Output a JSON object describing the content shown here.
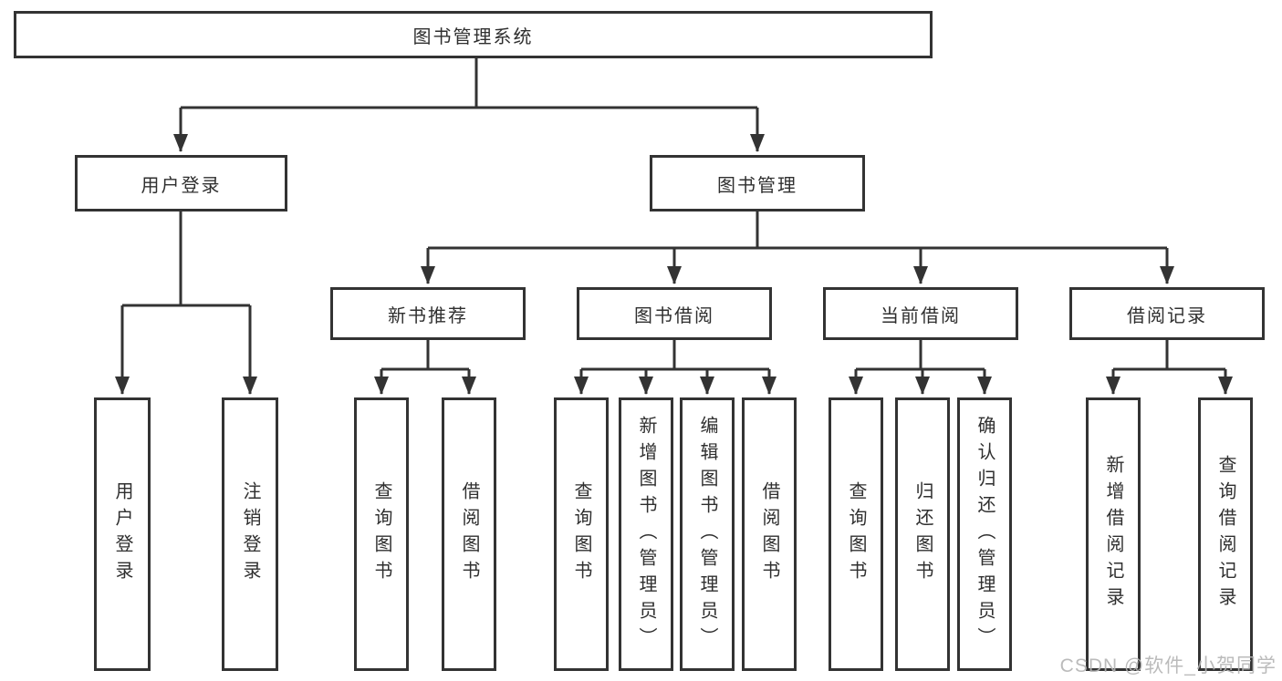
{
  "diagram": {
    "root": {
      "label": "图书管理系统"
    },
    "level2": [
      {
        "label": "用户登录"
      },
      {
        "label": "图书管理"
      }
    ],
    "level3": [
      {
        "label": "新书推荐"
      },
      {
        "label": "图书借阅"
      },
      {
        "label": "当前借阅"
      },
      {
        "label": "借阅记录"
      }
    ],
    "leaves": [
      {
        "label": "用户登录"
      },
      {
        "label": "注销登录"
      },
      {
        "label": "查询图书"
      },
      {
        "label": "借阅图书"
      },
      {
        "label": "查询图书"
      },
      {
        "label": "新增图书（管理员）"
      },
      {
        "label": "编辑图书（管理员）"
      },
      {
        "label": "借阅图书"
      },
      {
        "label": "查询图书"
      },
      {
        "label": "归还图书"
      },
      {
        "label": "确认归还（管理员）"
      },
      {
        "label": "新增借阅记录"
      },
      {
        "label": "查询借阅记录"
      }
    ]
  },
  "watermark": {
    "text": "CSDN @软件_小贺同学"
  },
  "colors": {
    "line": "#333333",
    "text": "#2f2f2f",
    "background": "#ffffff",
    "watermark": "#b4b4b4"
  }
}
